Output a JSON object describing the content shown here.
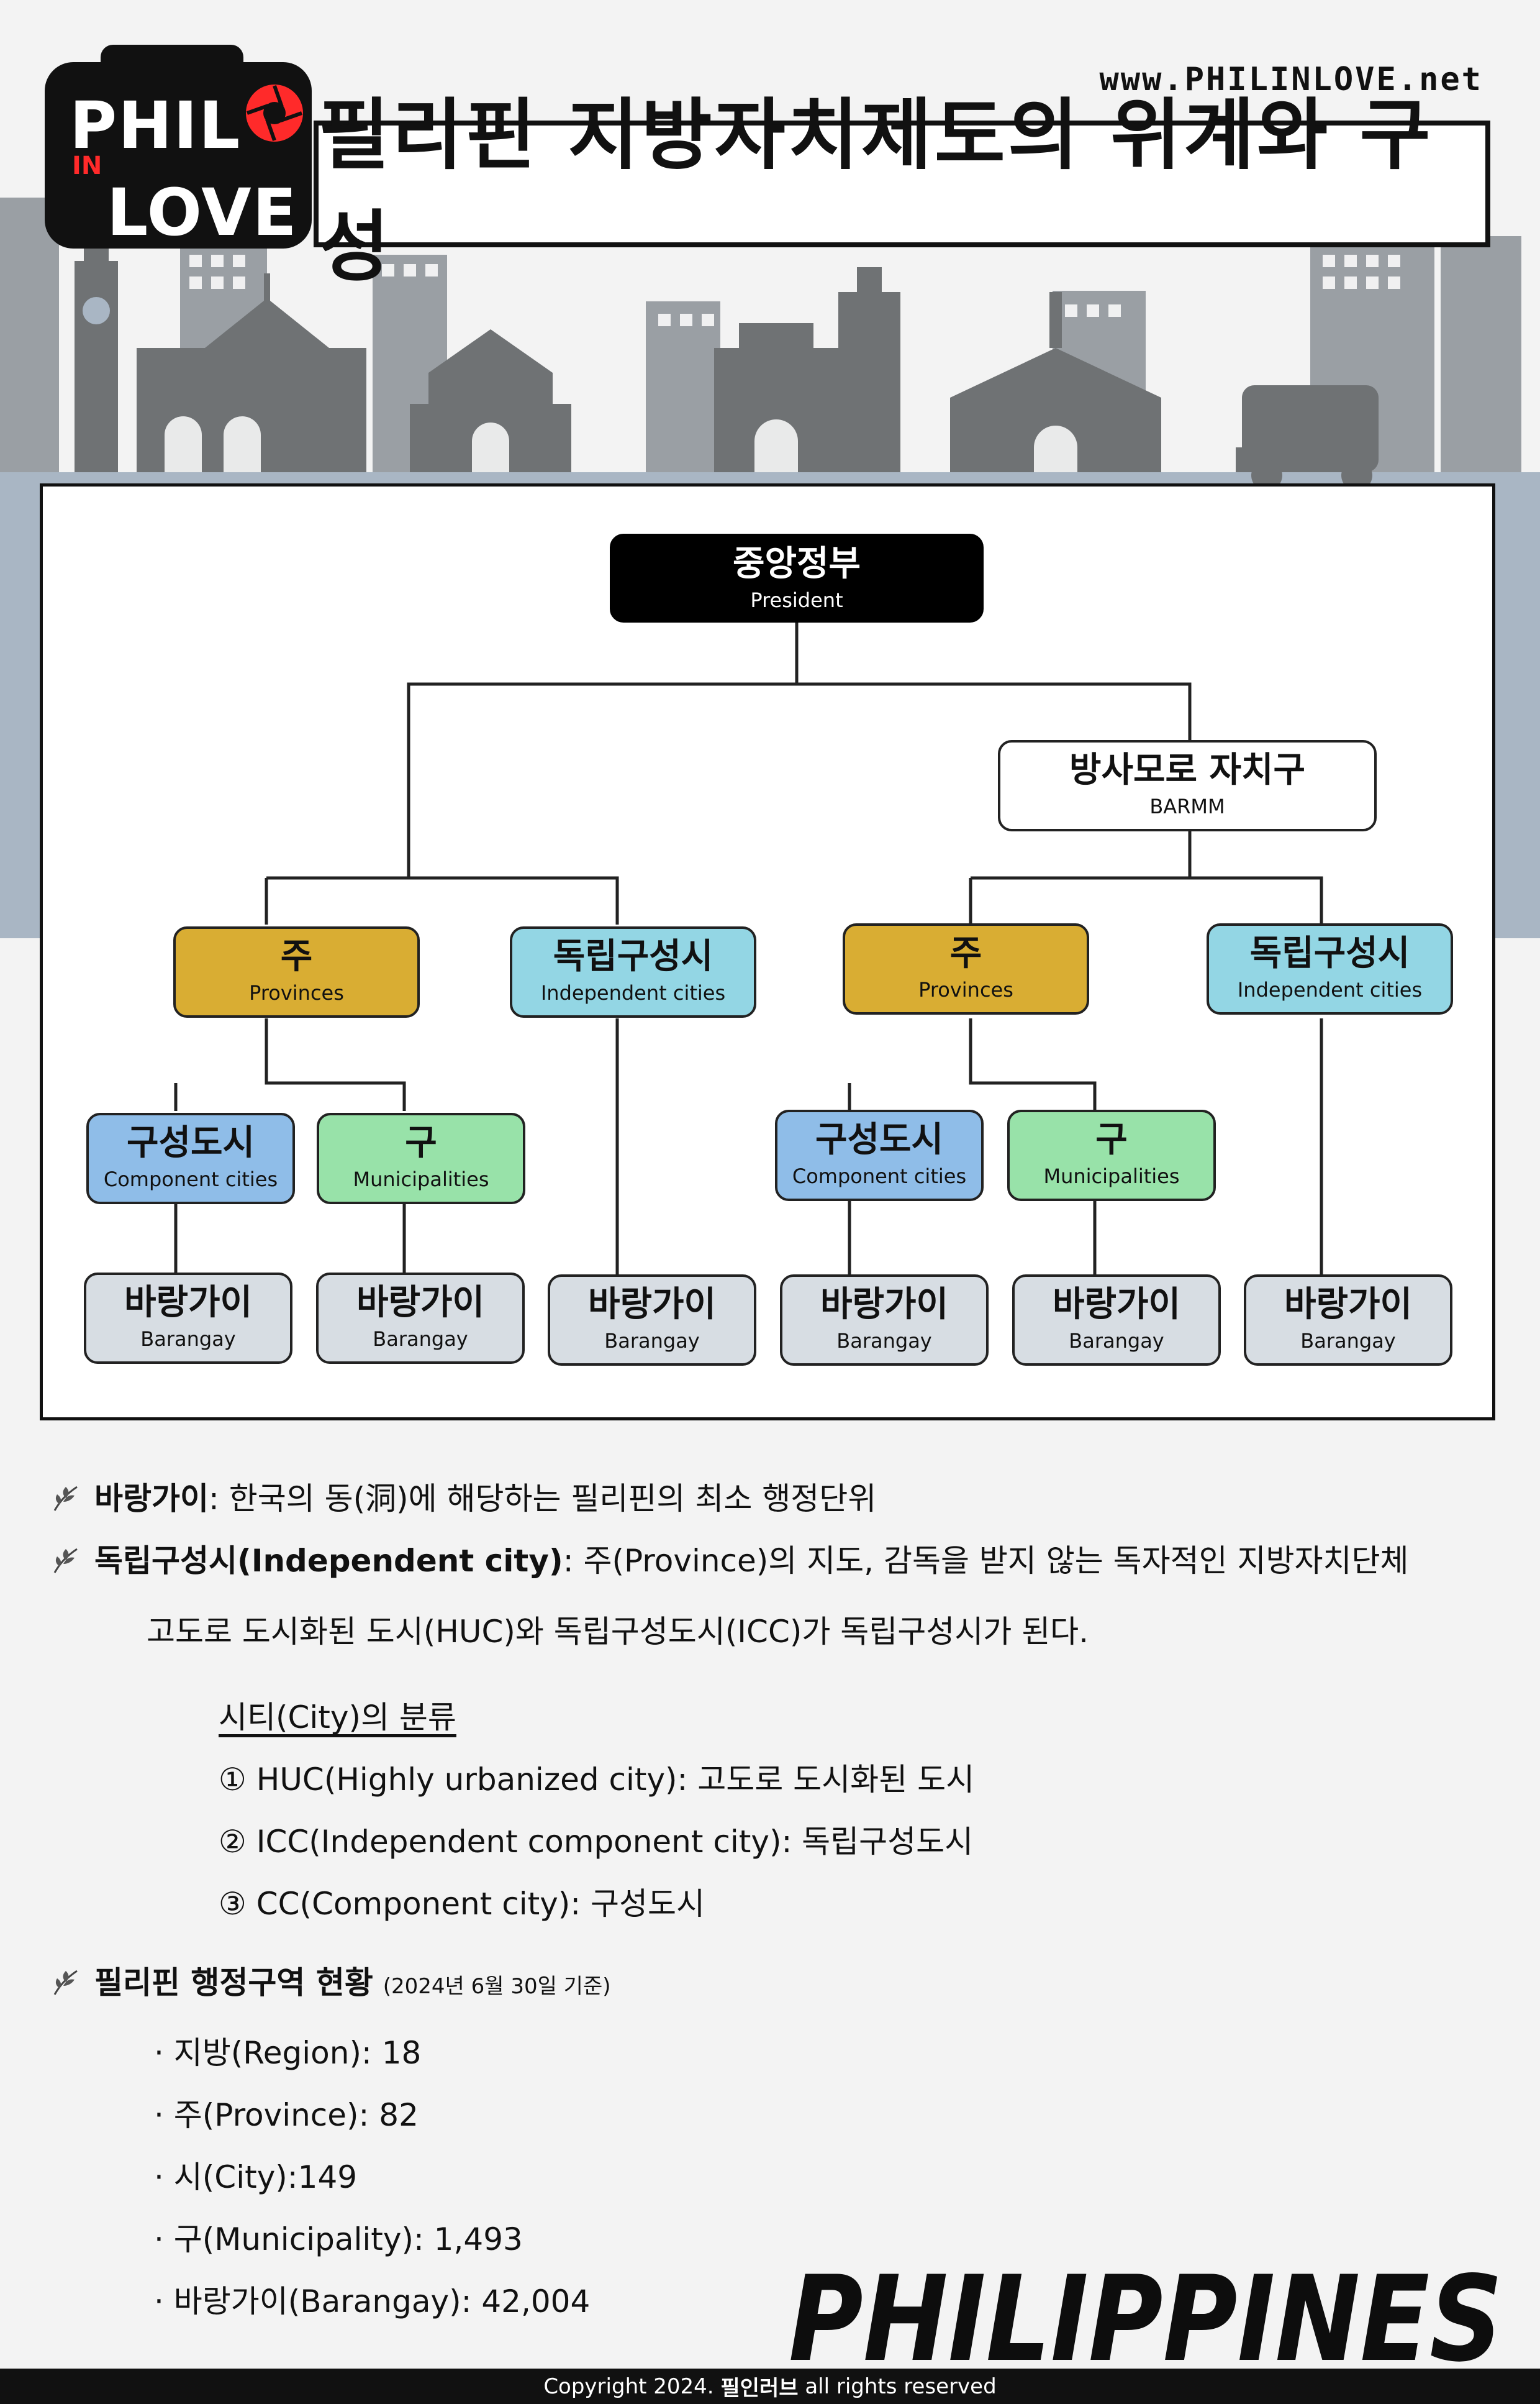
{
  "header": {
    "brand_line1": "PHIL",
    "brand_in": "IN",
    "brand_line2": "LOVE",
    "site_url": "www.PHILINLOVE.net",
    "title": "필리핀 지방자치제도의 위계와 구성"
  },
  "diagram": {
    "root": {
      "ko": "중앙정부",
      "en": "President"
    },
    "barmm": {
      "ko": "방사모로 자치구",
      "en": "BARMM"
    },
    "left_province": {
      "ko": "주",
      "en": "Provinces"
    },
    "left_indep": {
      "ko": "독립구성시",
      "en": "Independent cities"
    },
    "right_province": {
      "ko": "주",
      "en": "Provinces"
    },
    "right_indep": {
      "ko": "독립구성시",
      "en": "Independent cities"
    },
    "left_component": {
      "ko": "구성도시",
      "en": "Component cities"
    },
    "left_muni": {
      "ko": "구",
      "en": "Municipalities"
    },
    "right_component": {
      "ko": "구성도시",
      "en": "Component cities"
    },
    "right_muni": {
      "ko": "구",
      "en": "Municipalities"
    },
    "barangays": [
      {
        "ko": "바랑가이",
        "en": "Barangay"
      },
      {
        "ko": "바랑가이",
        "en": "Barangay"
      },
      {
        "ko": "바랑가이",
        "en": "Barangay"
      },
      {
        "ko": "바랑가이",
        "en": "Barangay"
      },
      {
        "ko": "바랑가이",
        "en": "Barangay"
      },
      {
        "ko": "바랑가이",
        "en": "Barangay"
      }
    ]
  },
  "notes": {
    "barangay_term": "바랑가이",
    "barangay_desc": ": 한국의 동(洞)에 해당하는 필리핀의 최소 행정단위",
    "indep_term": "독립구성시(Independent city)",
    "indep_desc": ": 주(Province)의 지도, 감독을 받지 않는 독자적인 지방자치단체",
    "indep_desc2": "고도로 도시화된 도시(HUC)와 독립구성도시(ICC)가 독립구성시가 된다.",
    "city_class_title": "시티(City)의 분류",
    "city_classes": [
      "① HUC(Highly urbanized city): 고도로 도시화된 도시",
      "② ICC(Independent component city): 독립구성도시",
      "③ CC(Component city): 구성도시"
    ],
    "status_title": "필리핀 행정구역 현황",
    "status_date": "(2024년 6월 30일 기준)",
    "status_items": [
      "· 지방(Region): 18",
      "· 주(Province): 82",
      "· 시(City):149",
      "· 구(Municipality): 1,493",
      "· 바랑가이(Barangay): 42,004"
    ]
  },
  "footer": {
    "word": "PHILIPPINES",
    "copyright_pre": "Copyright 2024. ",
    "copyright_brand": "필인러브",
    "copyright_post": " all rights reserved"
  },
  "colors": {
    "province": "#d9ad33",
    "independent": "#93d6e4",
    "component": "#8fbde8",
    "municipality": "#98e2a9",
    "barangay": "#d7dde3",
    "skyline": "#6f7274",
    "sky_band": "#a9b6c4",
    "logo_red": "#ff2a2a"
  }
}
